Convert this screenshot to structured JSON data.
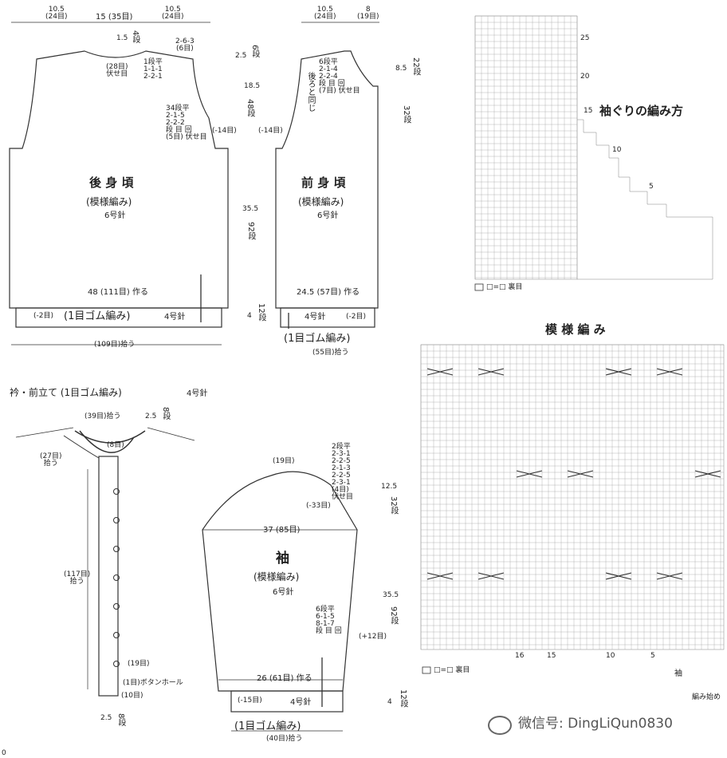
{
  "back": {
    "title": "後 身 頃",
    "subtitle": "(模様編み)",
    "needle": "6号針",
    "top_left": "10.5\n(24目)",
    "top_mid": "15 (35目)",
    "top_right": "10.5\n(24目)",
    "neck_depth": "1.5",
    "neck_rows": "4段",
    "neck_decrease": "2-6-3\n(6目)",
    "neck_center": "(28目)\n伏せ目",
    "neck_rules": "1段平\n1-1-1\n2-2-1",
    "armhole_rules": "34段平\n2-1-5\n2-2-2\n段 目 回\n(5目) 伏せ目",
    "armhole_count": "(-14目)",
    "cast_on": "48 (111目) 作る",
    "rib_decrease": "(-2目)",
    "rib_label": "(1目ゴム編み)",
    "rib_needle": "4号針",
    "pickup": "(109目)拾う"
  },
  "back_side": {
    "neck": "2.5",
    "neck_rows": "6段",
    "armhole": "18.5",
    "armhole_rows": "48段",
    "body": "35.5",
    "body_rows": "92段",
    "rib": "4",
    "rib_rows": "12段"
  },
  "front": {
    "title": "前 身 頃",
    "subtitle": "(模様編み)",
    "needle": "6号針",
    "top_left": "10.5\n(24目)",
    "top_right": "8\n(19目)",
    "neck_rules": "6段平\n2-1-4\n2-2-4\n段 目 回\n(7目) 伏せ目",
    "same_as_back": "後ろと同じ",
    "armhole_count": "(-14目)",
    "cast_on": "24.5 (57目) 作る",
    "rib_needle": "4号針",
    "rib_decrease": "(-2目)",
    "rib_label": "(1目ゴム編み)",
    "pickup": "(55目)拾う",
    "side_neck": "8.5",
    "side_neck_rows": "22段",
    "side_mid_rows": "32段"
  },
  "collar": {
    "heading": "衿・前立て (1目ゴム編み)",
    "needle": "4号針",
    "back_pickup": "(39目)拾う",
    "width": "2.5",
    "width_rows": "8段",
    "count_8": "(8目)",
    "neck_pickup": "(27目)\n拾う",
    "front_pickup": "(117目)\n拾う",
    "button_19": "(19目)",
    "buttonhole": "(1目)ボタンホール",
    "count_10": "(10目)",
    "bottom_width": "2.5",
    "bottom_rows": "8段"
  },
  "sleeve": {
    "title": "袖",
    "subtitle": "(模様編み)",
    "needle": "6号針",
    "cap_top": "(19目)",
    "cap_rules": "2段平\n2-3-1\n2-2-5\n2-1-3\n2-2-5\n2-3-1\n(4目)\n伏せ目",
    "cap_count": "(-33目)",
    "width": "37 (85目)",
    "inc_rules": "6段平\n6-1-5\n8-1-7\n段 目 回",
    "inc_count": "(+12目)",
    "cast_on": "26 (61目) 作る",
    "rib_decrease": "(-15目)",
    "rib_needle": "4号針",
    "rib_label": "(1目ゴム編み)",
    "pickup": "(40目)拾う",
    "side_cap": "12.5",
    "side_cap_rows": "32段",
    "side_body": "35.5",
    "side_body_rows": "92段",
    "side_rib": "4",
    "side_rib_rows": "12段"
  },
  "armhole_chart": {
    "title": "袖ぐりの編み方",
    "legend": "□=□ 裏目",
    "row_25": "25",
    "row_20": "20",
    "row_15": "15",
    "row_10": "10",
    "row_5": "5"
  },
  "pattern_chart": {
    "title": "模 様 編 み",
    "legend": "□=□ 裏目",
    "stitch_16": "16",
    "stitch_15": "15",
    "stitch_10": "10",
    "stitch_5": "5",
    "sleeve_label": "袖",
    "start_label": "編み始め"
  },
  "watermark": "微信号: DingLiQun0830",
  "page_number": "0"
}
